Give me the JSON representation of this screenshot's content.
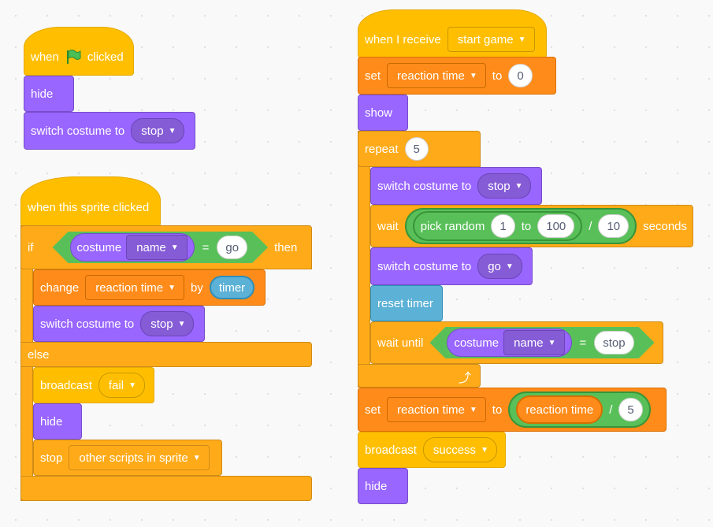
{
  "script1": {
    "hat_when": "when",
    "hat_clicked": "clicked",
    "hide": "hide",
    "switch_costume": "switch costume to",
    "costume_value": "stop"
  },
  "script2": {
    "hat": "when this sprite clicked",
    "if_label": "if",
    "costume_label": "costume",
    "name_value": "name",
    "equals": "=",
    "compare_value": "go",
    "then_label": "then",
    "change_label": "change",
    "change_var": "reaction time",
    "by_label": "by",
    "timer_label": "timer",
    "switch_costume": "switch costume to",
    "switch_value": "stop",
    "else_label": "else",
    "broadcast_label": "broadcast",
    "broadcast_value": "fail",
    "hide": "hide",
    "stop_label": "stop",
    "stop_value": "other scripts in sprite"
  },
  "script3": {
    "hat_label": "when I receive",
    "hat_value": "start game",
    "set1_label": "set",
    "set1_var": "reaction time",
    "set1_to": "to",
    "set1_value": "0",
    "show": "show",
    "repeat_label": "repeat",
    "repeat_value": "5",
    "switch1_label": "switch costume to",
    "switch1_value": "stop",
    "wait_label": "wait",
    "pick_random": "pick random",
    "rand_from": "1",
    "rand_to": "to",
    "rand_max": "100",
    "div": "/",
    "div_value": "10",
    "seconds": "seconds",
    "switch2_label": "switch costume to",
    "switch2_value": "go",
    "reset_timer": "reset timer",
    "wait_until": "wait until",
    "costume_label": "costume",
    "name_value": "name",
    "equals": "=",
    "until_value": "stop",
    "set2_label": "set",
    "set2_var": "reaction time",
    "set2_to": "to",
    "set2_reporter": "reaction time",
    "set2_div": "/",
    "set2_div_value": "5",
    "broadcast_label": "broadcast",
    "broadcast_value": "success",
    "hide": "hide"
  },
  "colors": {
    "events": "#ffbf00",
    "looks": "#9966ff",
    "variables": "#ff8c1a",
    "control": "#ffab19",
    "sensing": "#5cb1d6",
    "operators": "#59c059"
  },
  "icons": {
    "flag": "green-flag-icon",
    "dropdown": "dropdown-arrow-icon",
    "loop": "loop-arrow-icon"
  }
}
